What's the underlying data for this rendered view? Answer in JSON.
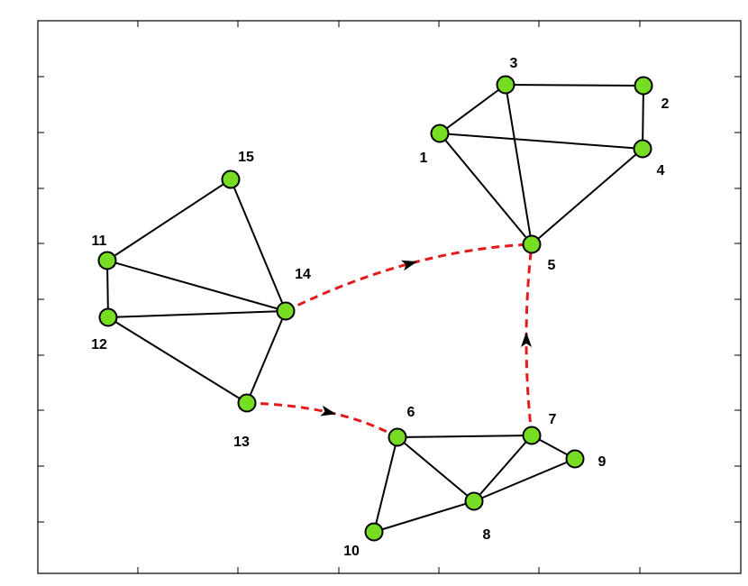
{
  "colors": {
    "node_fill": "#77dd22",
    "node_stroke": "#000000",
    "edge": "#000000",
    "flow": "#e41a1c"
  },
  "nodes": [
    {
      "id": "1",
      "label": "1"
    },
    {
      "id": "2",
      "label": "2"
    },
    {
      "id": "3",
      "label": "3"
    },
    {
      "id": "4",
      "label": "4"
    },
    {
      "id": "5",
      "label": "5"
    },
    {
      "id": "6",
      "label": "6"
    },
    {
      "id": "7",
      "label": "7"
    },
    {
      "id": "8",
      "label": "8"
    },
    {
      "id": "9",
      "label": "9"
    },
    {
      "id": "10",
      "label": "10"
    },
    {
      "id": "11",
      "label": "11"
    },
    {
      "id": "12",
      "label": "12"
    },
    {
      "id": "13",
      "label": "13"
    },
    {
      "id": "14",
      "label": "14"
    },
    {
      "id": "15",
      "label": "15"
    }
  ],
  "edges": [
    [
      "1",
      "3"
    ],
    [
      "3",
      "2"
    ],
    [
      "2",
      "4"
    ],
    [
      "1",
      "4"
    ],
    [
      "1",
      "5"
    ],
    [
      "3",
      "5"
    ],
    [
      "4",
      "5"
    ],
    [
      "6",
      "7"
    ],
    [
      "6",
      "8"
    ],
    [
      "6",
      "10"
    ],
    [
      "7",
      "8"
    ],
    [
      "7",
      "9"
    ],
    [
      "8",
      "9"
    ],
    [
      "8",
      "10"
    ],
    [
      "11",
      "15"
    ],
    [
      "11",
      "12"
    ],
    [
      "11",
      "14"
    ],
    [
      "12",
      "14"
    ],
    [
      "12",
      "13"
    ],
    [
      "14",
      "15"
    ],
    [
      "13",
      "14"
    ]
  ],
  "flows": [
    {
      "from": "14",
      "to": "5"
    },
    {
      "from": "13",
      "to": "6"
    },
    {
      "from": "7",
      "to": "5"
    }
  ]
}
